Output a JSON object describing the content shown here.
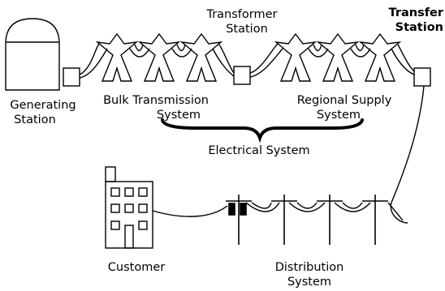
{
  "labels": {
    "generating_station": [
      "Generating",
      "Station"
    ],
    "transformer_station": [
      "Transformer",
      "Station"
    ],
    "transfer_station": [
      "Transfer",
      "Station"
    ],
    "bulk_transmission_system": [
      "Bulk Transmission",
      "System"
    ],
    "regional_supply_system": [
      "Regional Supply",
      "System"
    ],
    "electrical_system": "Electrical System",
    "customer": "Customer",
    "distribution_system": [
      "Distribution",
      "System"
    ]
  },
  "colors": {
    "stroke": "#000000",
    "background": "#ffffff",
    "text": "#000000"
  }
}
